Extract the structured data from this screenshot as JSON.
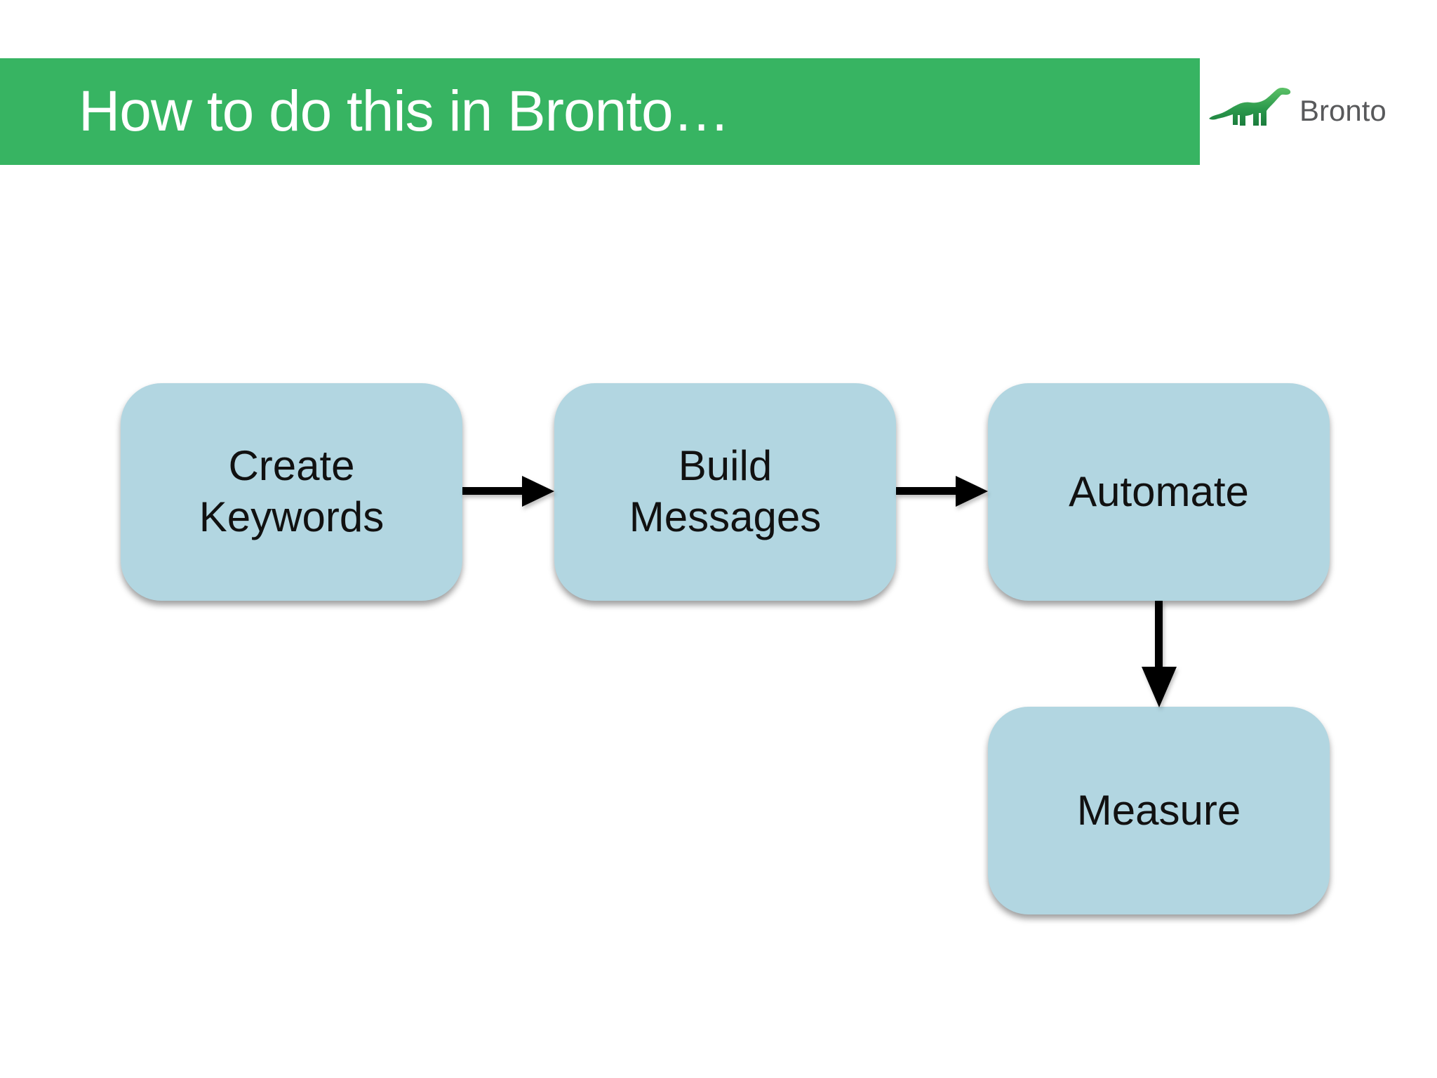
{
  "slide": {
    "title": "How to do this in Bronto…",
    "colors": {
      "title_bar": "#37b462",
      "title_text": "#ffffff",
      "background": "#ffffff",
      "node_fill": "#b2d6e1",
      "node_text": "#111111",
      "arrow": "#000000"
    }
  },
  "logo": {
    "brand": "Bronto",
    "icon": "brontosaurus-icon",
    "text_color": "#58595b",
    "icon_green_light": "#5cc167",
    "icon_green_dark": "#1b7c3d"
  },
  "flow": {
    "nodes": [
      {
        "id": "create-keywords",
        "label": "Create\nKeywords"
      },
      {
        "id": "build-messages",
        "label": "Build\nMessages"
      },
      {
        "id": "automate",
        "label": "Automate"
      },
      {
        "id": "measure",
        "label": "Measure"
      }
    ],
    "connections": [
      {
        "from": "create-keywords",
        "to": "build-messages",
        "direction": "right"
      },
      {
        "from": "build-messages",
        "to": "automate",
        "direction": "right"
      },
      {
        "from": "automate",
        "to": "measure",
        "direction": "down"
      }
    ]
  }
}
